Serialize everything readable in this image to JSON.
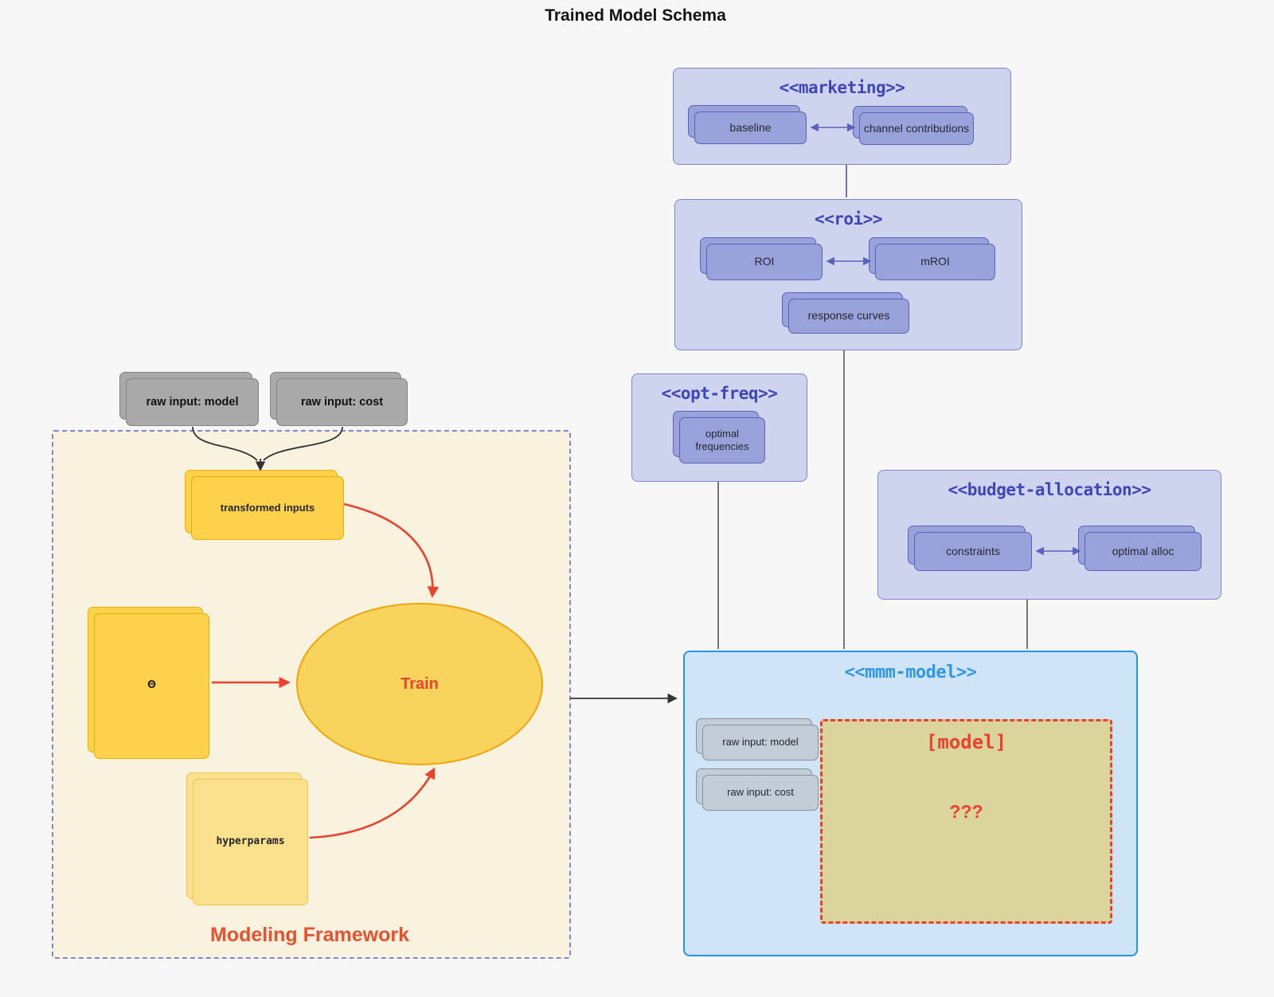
{
  "title": "Trained Model Schema",
  "colors": {
    "subgraph_fill": "#ced3ee",
    "subgraph_border": "#7e85cc",
    "subgraph_title": "#3f46b5",
    "purple_node_fill": "#9aa2dc",
    "mmm_fill": "#cfe4f6",
    "mmm_border": "#2196f3",
    "mmm_title": "#2e97ea",
    "framework_fill": "#f9f2df",
    "framework_border": "#8185d8",
    "yellow_fill": "#fdd14b",
    "red_accent": "#e8432d",
    "orange_label": "#e8502e",
    "khaki_fill": "#dbd59d"
  },
  "marketing": {
    "title": "<<marketing>>",
    "baseline": "baseline",
    "channel_contributions": "channel contributions"
  },
  "roi": {
    "title": "<<roi>>",
    "roi": "ROI",
    "mroi": "mROI",
    "response_curves": "response curves"
  },
  "opt_freq": {
    "title": "<<opt-freq>>",
    "optimal_frequencies": "optimal frequencies"
  },
  "budget_allocation": {
    "title": "<<budget-allocation>>",
    "constraints": "constraints",
    "optimal_alloc": "optimal alloc"
  },
  "mmm_model": {
    "title": "<<mmm-model>>",
    "raw_input_model": "raw input: model",
    "raw_input_cost": "raw input: cost",
    "model_box": "[model]",
    "model_unknown": "???"
  },
  "framework": {
    "label": "Modeling Framework",
    "raw_input_model": "raw input: model",
    "raw_input_cost": "raw input: cost",
    "transformed_inputs": "transformed inputs",
    "theta": "Θ",
    "train": "Train",
    "hyperparams": "hyperparams"
  }
}
